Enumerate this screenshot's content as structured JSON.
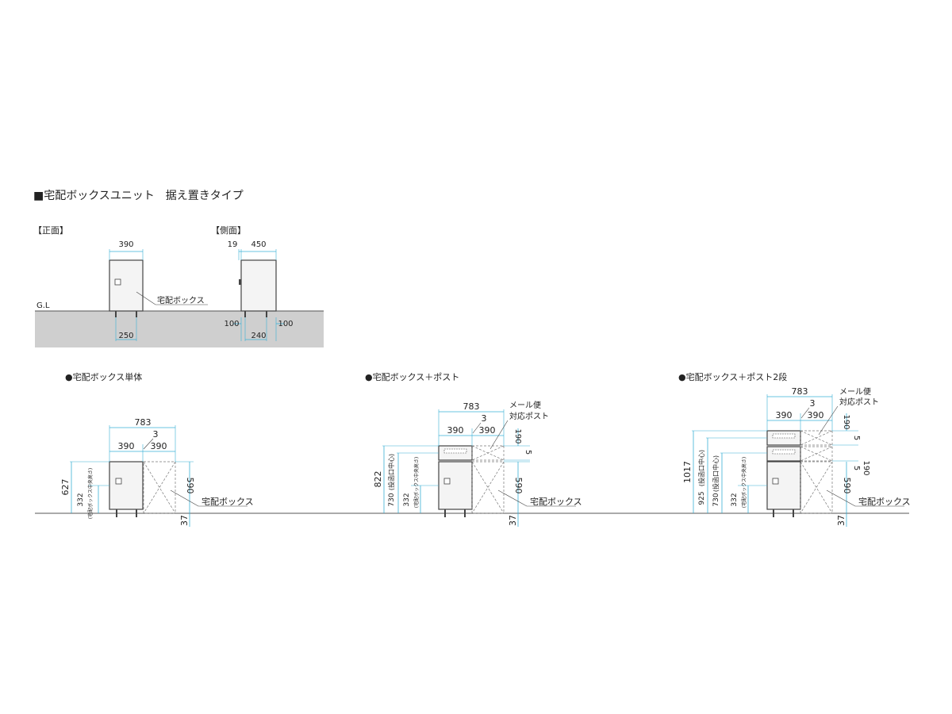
{
  "title": "■宅配ボックスユニット　据え置きタイプ",
  "top": {
    "front_label": "【正面】",
    "side_label": "【側面】",
    "gl_label": "G.L",
    "front": {
      "width": "390",
      "legs": "250",
      "callout": "宅配ボックス"
    },
    "side": {
      "gap": "19",
      "depth": "450",
      "leg_left": "100",
      "leg_right": "100",
      "legs": "240"
    }
  },
  "sections": [
    {
      "heading": "●宅配ボックス単体",
      "overall": "783",
      "gap": "3",
      "w_left": "390",
      "w_right": "390",
      "total_height": "627",
      "center_height": "332",
      "center_note": "(宅配ボックス中央高さ)",
      "body_height": "590",
      "leg_height": "37",
      "callout": "宅配ボックス"
    },
    {
      "heading": "●宅配ボックス＋ポスト",
      "overall": "783",
      "gap": "3",
      "w_left": "390",
      "w_right": "390",
      "post_label_1": "メール便",
      "post_label_2": "対応ポスト",
      "post_height": "190",
      "spacer": "5",
      "total_height": "822",
      "slot_height": "730",
      "slot_note": "(投函口中心)",
      "center_height": "332",
      "center_note": "(宅配ボックス中央高さ)",
      "body_height": "590",
      "leg_height": "37",
      "callout": "宅配ボックス"
    },
    {
      "heading": "●宅配ボックス＋ポスト2段",
      "overall": "783",
      "gap": "3",
      "w_left": "390",
      "w_right": "390",
      "post_label_1": "メール便",
      "post_label_2": "対応ポスト",
      "post_height_top": "190",
      "spacer_top": "5",
      "spacer_bottom": "5",
      "post_height_bottom": "190",
      "total_height": "1017",
      "slot_high": "925",
      "slot_high_note": "(投函口中心)",
      "slot_height": "730",
      "slot_note": "(投函口中心)",
      "center_height": "332",
      "center_note": "(宅配ボックス中央高さ)",
      "body_height": "590",
      "leg_height": "37",
      "callout": "宅配ボックス"
    }
  ]
}
